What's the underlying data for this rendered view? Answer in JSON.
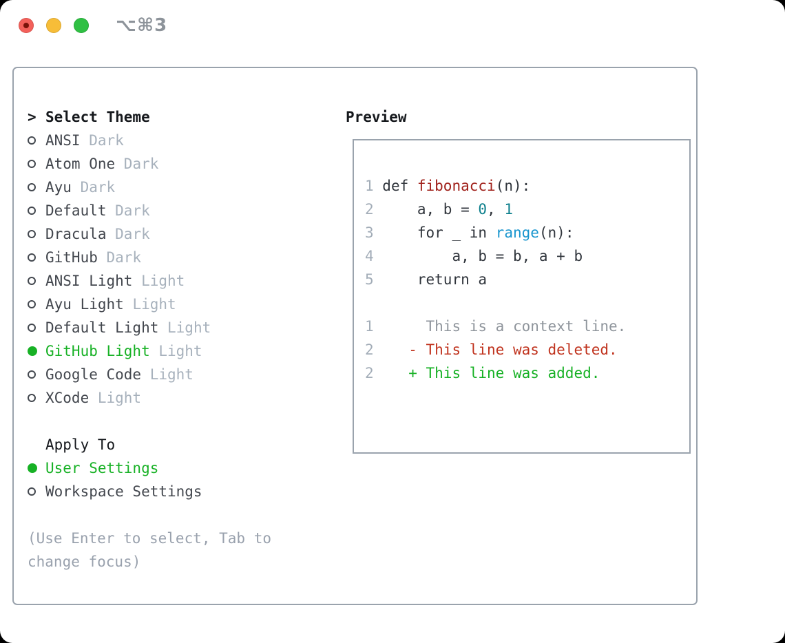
{
  "window": {
    "title": "⌥⌘3",
    "traffic_lights": {
      "close": "close",
      "minimize": "minimize",
      "zoom": "zoom"
    }
  },
  "theme_list": {
    "prompt": ">",
    "header": "Select Theme",
    "items": [
      {
        "name": "ANSI",
        "tag": "Dark",
        "selected": false
      },
      {
        "name": "Atom One",
        "tag": "Dark",
        "selected": false
      },
      {
        "name": "Ayu",
        "tag": "Dark",
        "selected": false
      },
      {
        "name": "Default",
        "tag": "Dark",
        "selected": false
      },
      {
        "name": "Dracula",
        "tag": "Dark",
        "selected": false
      },
      {
        "name": "GitHub",
        "tag": "Dark",
        "selected": false
      },
      {
        "name": "ANSI Light",
        "tag": "Light",
        "selected": false
      },
      {
        "name": "Ayu Light",
        "tag": "Light",
        "selected": false
      },
      {
        "name": "Default Light",
        "tag": "Light",
        "selected": false
      },
      {
        "name": "GitHub Light",
        "tag": "Light",
        "selected": true
      },
      {
        "name": "Google Code",
        "tag": "Light",
        "selected": false
      },
      {
        "name": "XCode",
        "tag": "Light",
        "selected": false
      }
    ]
  },
  "apply_to": {
    "header": "Apply To",
    "options": [
      {
        "label": "User Settings",
        "selected": true
      },
      {
        "label": "Workspace Settings",
        "selected": false
      }
    ]
  },
  "hint": "(Use Enter to select, Tab to change focus)",
  "preview": {
    "header": "Preview",
    "code_lines": [
      {
        "num": "1",
        "segments": [
          {
            "t": "def ",
            "c": "default"
          },
          {
            "t": "fibonacci",
            "c": "function"
          },
          {
            "t": "(n):",
            "c": "default"
          }
        ]
      },
      {
        "num": "2",
        "segments": [
          {
            "t": "    a, b = ",
            "c": "default"
          },
          {
            "t": "0",
            "c": "number"
          },
          {
            "t": ", ",
            "c": "default"
          },
          {
            "t": "1",
            "c": "number"
          }
        ]
      },
      {
        "num": "3",
        "segments": [
          {
            "t": "    for _ in ",
            "c": "default"
          },
          {
            "t": "range",
            "c": "builtin"
          },
          {
            "t": "(n):",
            "c": "default"
          }
        ]
      },
      {
        "num": "4",
        "segments": [
          {
            "t": "        a, b = b, a + b",
            "c": "default"
          }
        ]
      },
      {
        "num": "5",
        "segments": [
          {
            "t": "    return a",
            "c": "default"
          }
        ]
      },
      {
        "num": "",
        "segments": []
      },
      {
        "num": "1",
        "segments": [
          {
            "t": "     This is a context line.",
            "c": "context"
          }
        ]
      },
      {
        "num": "2",
        "segments": [
          {
            "t": "   - This line was deleted.",
            "c": "deleted"
          }
        ]
      },
      {
        "num": "2",
        "segments": [
          {
            "t": "   + This line was added.",
            "c": "added"
          }
        ]
      }
    ]
  },
  "colors": {
    "green": "#17b125",
    "deleted": "#c0331e",
    "function": "#a0201a",
    "number": "#0c7f8c",
    "builtin": "#1895ce",
    "context": "#8f959c",
    "lnum": "#a3adb8",
    "code": "#30353c",
    "name": "#43474e",
    "tag": "#a7b1bc",
    "hint": "#99a1ad",
    "border": "#9aa3ad",
    "header": "#15181c",
    "circle": "#43484f",
    "title": "#8d939a"
  }
}
